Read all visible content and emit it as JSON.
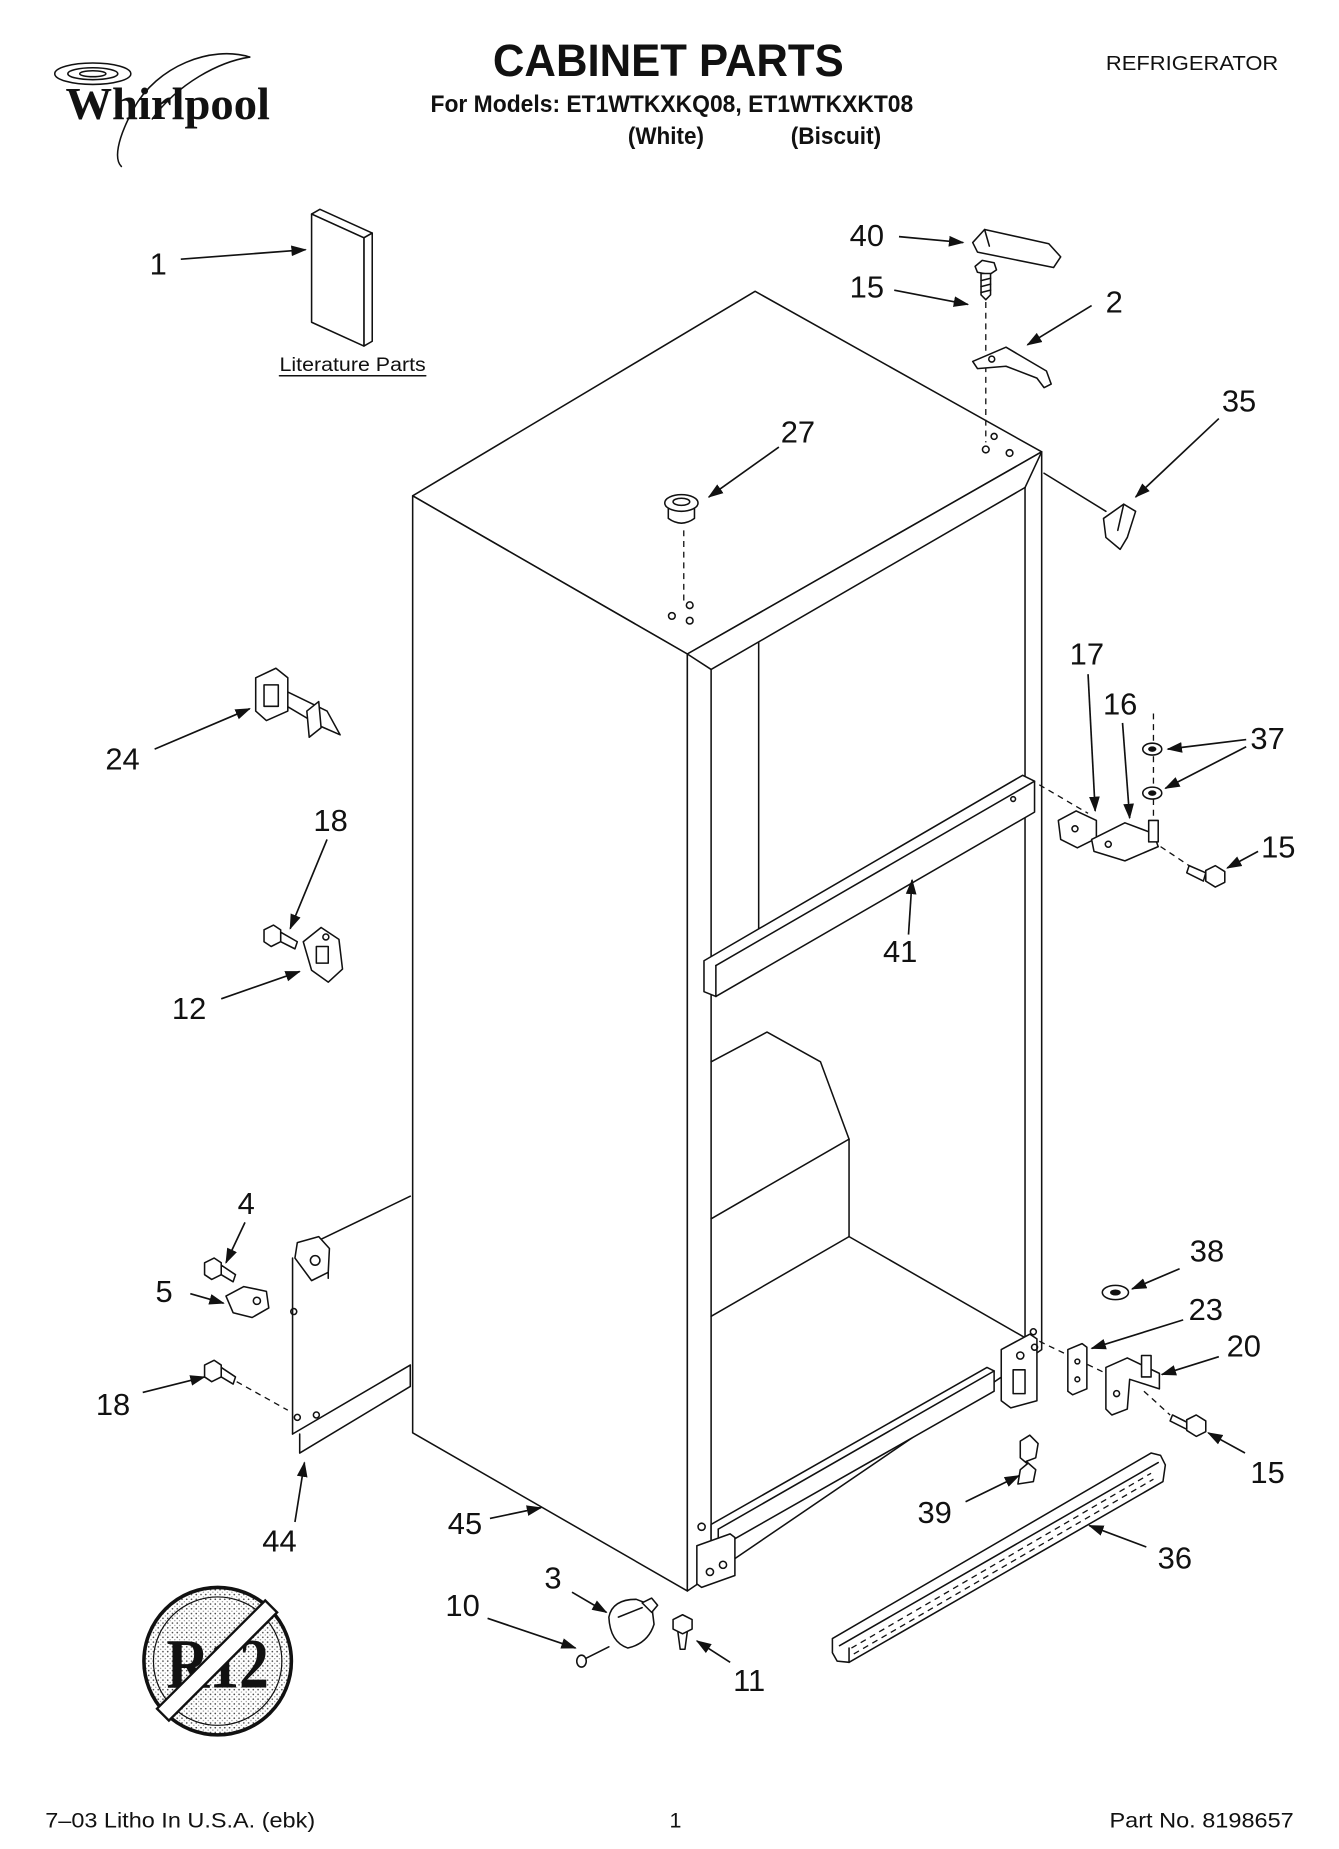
{
  "header": {
    "logo_text": "Whirlpool",
    "title": "CABINET PARTS",
    "models_line": "For Models: ET1WTKXKQ08, ET1WTKXKT08",
    "color_white": "(White)",
    "color_biscuit": "(Biscuit)",
    "appliance_type": "REFRIGERATOR"
  },
  "diagram": {
    "literature_label": "Literature Parts",
    "r12_text": "R12",
    "callouts": [
      "1",
      "40",
      "15",
      "2",
      "35",
      "27",
      "17",
      "16",
      "37",
      "15",
      "41",
      "24",
      "18",
      "12",
      "4",
      "5",
      "18",
      "44",
      "38",
      "23",
      "20",
      "15",
      "39",
      "36",
      "45",
      "3",
      "10",
      "11"
    ]
  },
  "footer": {
    "print_info": "7–03 Litho In U.S.A. (ebk)",
    "page_number": "1",
    "part_number": "Part No. 8198657"
  },
  "colors": {
    "ink": "#111111",
    "background": "#ffffff"
  }
}
